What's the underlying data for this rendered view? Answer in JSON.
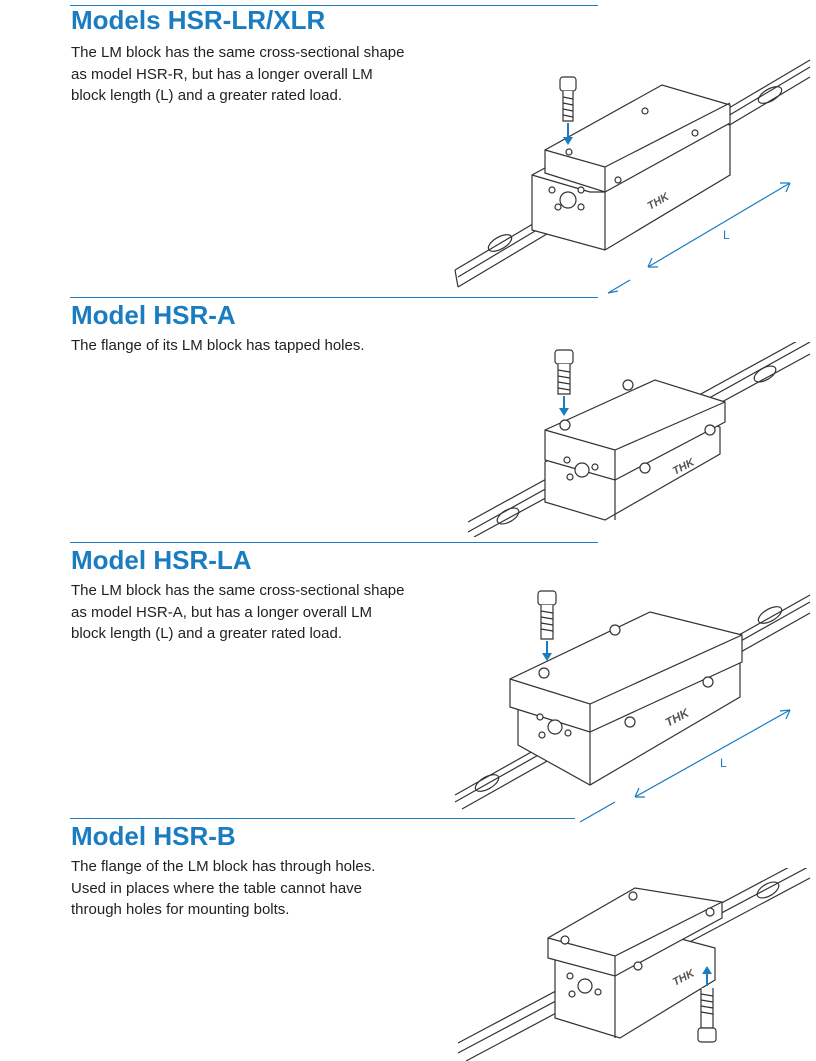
{
  "sections": [
    {
      "title": "Models HSR-LR/XLR",
      "description_lines": [
        "The LM block has the same cross-sectional shape",
        "as model HSR-R, but has a longer overall LM",
        "block length (L) and a greater rated load."
      ],
      "illustration": {
        "logo": "THK",
        "dimension_label": "L"
      }
    },
    {
      "title": "Model HSR-A",
      "description_lines": [
        "The flange of its LM block has tapped holes."
      ],
      "illustration": {
        "logo": "THK"
      }
    },
    {
      "title": "Model HSR-LA",
      "description_lines": [
        "The LM block has the same cross-sectional shape",
        "as model HSR-A, but has a longer overall LM",
        "block length (L) and a greater rated load."
      ],
      "illustration": {
        "logo": "THK",
        "dimension_label": "L"
      }
    },
    {
      "title": "Model HSR-B",
      "description_lines": [
        "The flange of the LM block has through holes.",
        "Used in places where the table cannot have",
        "through holes for mounting bolts."
      ],
      "illustration": {
        "logo": "THK"
      }
    }
  ],
  "colors": {
    "accent": "#1a7cc1",
    "text": "#222222",
    "line_art": "#333333"
  }
}
